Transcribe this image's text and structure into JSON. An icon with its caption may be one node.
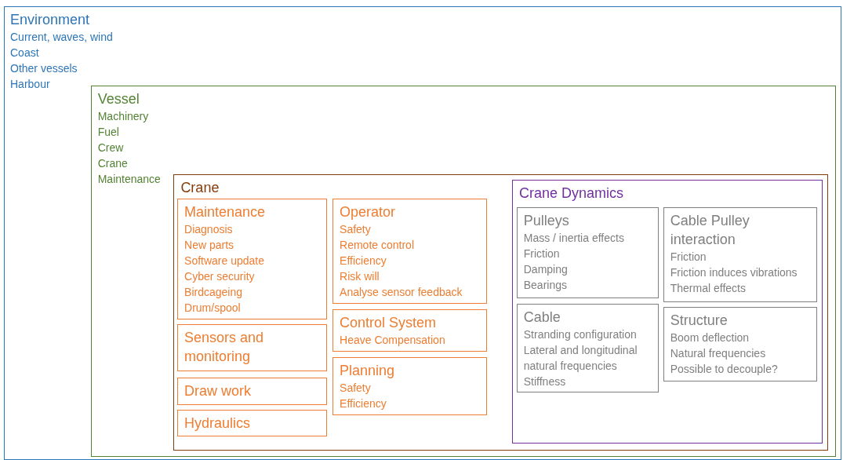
{
  "diagram": {
    "nodes": [
      {
        "text": [
          "Environment",
          "Current, waves, wind",
          "Coast",
          "Other vessels",
          "Harbour"
        ]
      },
      {
        "text": [
          "Vessel",
          "Machinery",
          "Fuel",
          "Crew",
          "Crane",
          "Maintenance"
        ],
        "in": 0
      },
      {
        "text": [
          "Crane"
        ],
        "in": 1
      },
      {
        "text": [
          "Maintenance",
          "Diagnosis",
          "New parts",
          "Software update",
          "Cyber security",
          "Birdcageing",
          "Drum/spool"
        ],
        "in": 2
      },
      {
        "text": [
          "Operator",
          "Safety",
          "Remote control",
          "Efficiency",
          "Risk will",
          "Analyse sensor feedback"
        ],
        "in": 2
      },
      {
        "text": [
          "Sensors and monitoring"
        ],
        "in": 2
      },
      {
        "text": [
          "Control System",
          "Heave Compensation"
        ],
        "in": 2
      },
      {
        "text": [
          "Draw work"
        ],
        "in": 2
      },
      {
        "text": [
          "Planning",
          "Safety",
          "Efficiency"
        ],
        "in": 2
      },
      {
        "text": [
          "Hydraulics"
        ],
        "in": 2
      },
      {
        "text": [
          "Crane Dynamics"
        ],
        "in": 2
      },
      {
        "text": [
          "Pulleys",
          "Mass / inertia effects",
          "Friction",
          "Damping",
          "Bearings"
        ],
        "in": 10
      },
      {
        "text": [
          "Cable Pulley interaction",
          "Friction",
          "Friction induces vibrations",
          "Thermal effects"
        ],
        "in": 10
      },
      {
        "text": [
          "Cable",
          "Stranding configuration",
          "Lateral and longitudinal natural frequencies",
          "Stiffness"
        ],
        "in": 10
      },
      {
        "text": [
          "Structure",
          "Boom deflection",
          "Natural frequencies",
          "Possible to decouple?"
        ],
        "in": 10
      }
    ],
    "edges": []
  }
}
